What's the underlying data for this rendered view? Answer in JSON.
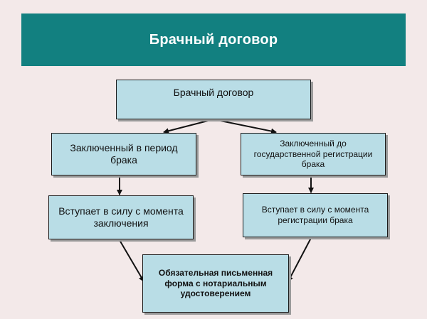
{
  "header": {
    "title": "Брачный договор"
  },
  "diagram": {
    "root": "Брачный договор",
    "left_branch": "Заключенный в период брака",
    "right_branch": "Заключенный до государственной регистрации брака",
    "left_effect": "Вступает в силу с момента заключения",
    "right_effect": "Вступает в силу с момента регистрации брака",
    "requirement": "Обязательная письменная форма с нотариальным удостоверением"
  },
  "colors": {
    "banner": "#128080",
    "box_fill": "#b9dde6",
    "background": "#f3e9e9"
  }
}
